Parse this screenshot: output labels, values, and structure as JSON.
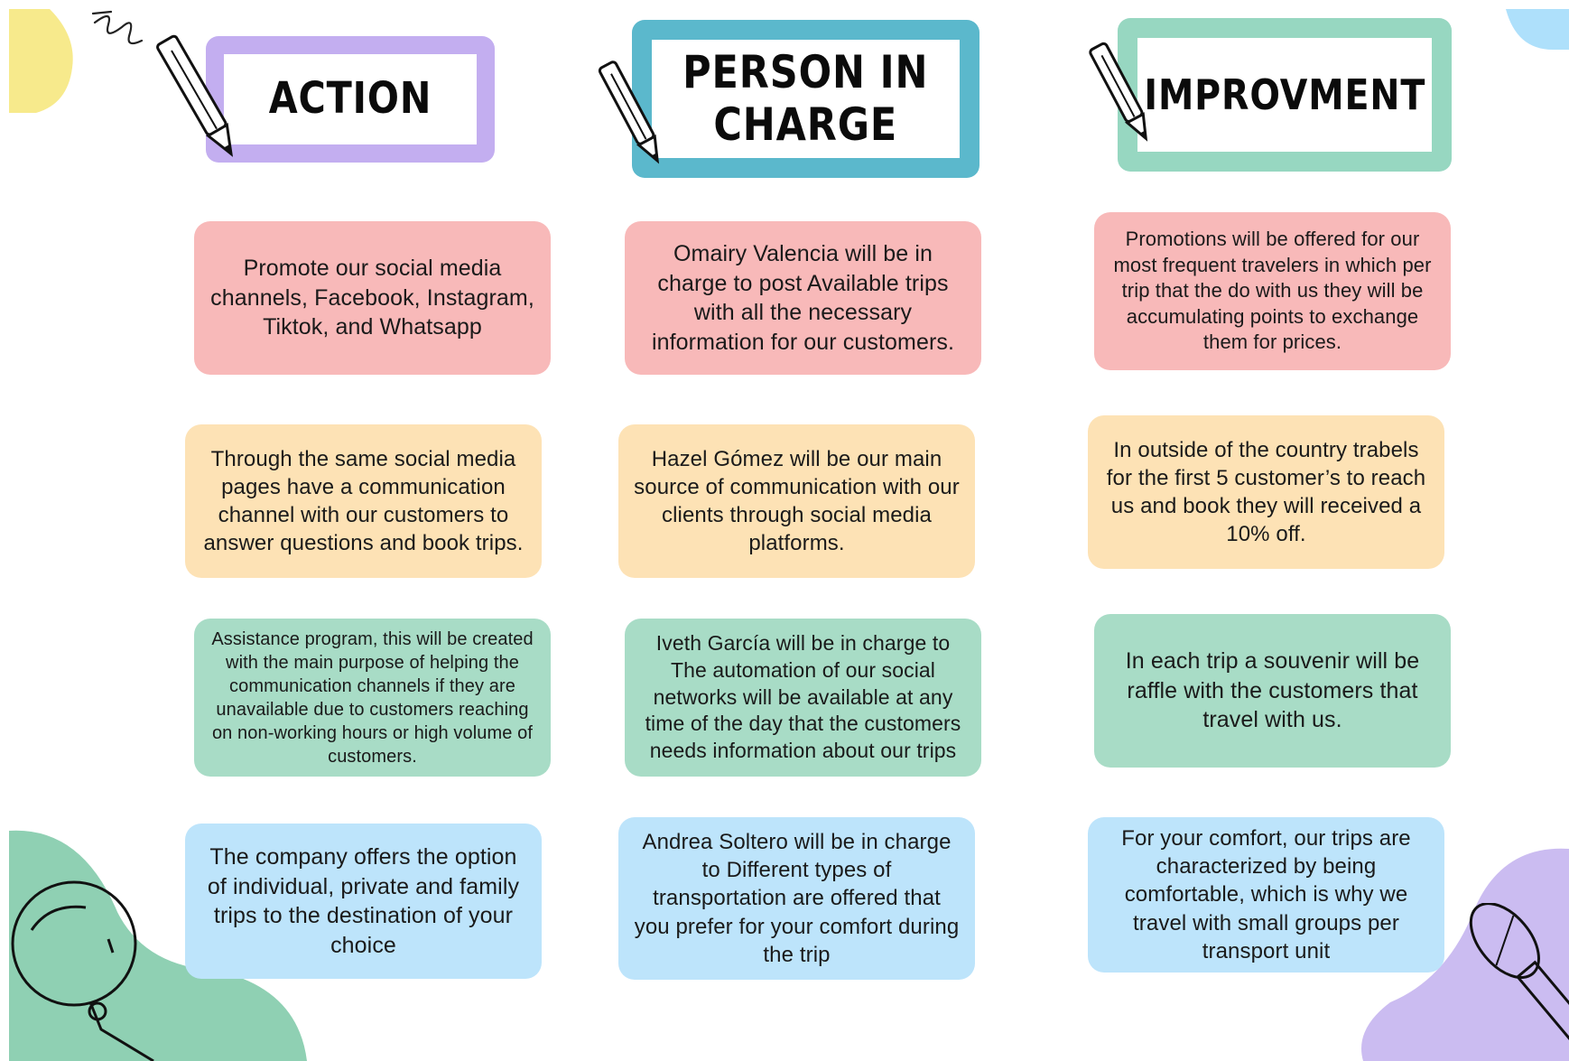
{
  "columns": [
    {
      "title": "ACTION",
      "color": "#c3aef0"
    },
    {
      "title": "PERSON IN\nCHARGE",
      "color": "#5bb8cc"
    },
    {
      "title": "IMPROVMENT",
      "color": "#97d7c1"
    }
  ],
  "rows": [
    {
      "color": "#f8b9b9",
      "cells": [
        "Promote our social media channels, Facebook, Instagram, Tiktok, and Whatsapp",
        "Omairy Valencia will be in charge to post Available trips with all the necessary information for our customers.",
        "Promotions will be offered for our most frequent travelers in which per trip that the do with us they will be accumulating points to exchange them for prices."
      ]
    },
    {
      "color": "#fde2b5",
      "cells": [
        "Through the same social media pages have a communication channel with our customers to answer questions and book trips.",
        "Hazel Gómez will be our main source of communication with our clients through social media platforms.",
        "In outside of the country trabels for the first 5 customer’s to reach us and book they will received a 10% off."
      ]
    },
    {
      "color": "#a8dcc6",
      "cells": [
        "Assistance program, this will be created with the main purpose of helping the communication channels if they are unavailable due to customers reaching on non-working hours or high volume of customers.",
        "Iveth García will be in charge to The automation of our social networks will be available at any time of the day that the customers needs information about our trips",
        "In each trip a souvenir will be raffle with the customers that travel with us."
      ]
    },
    {
      "color": "#bde4fb",
      "cells": [
        "The company offers the option of individual, private and family trips to the destination of your choice",
        "Andrea Soltero will be in charge to Different types of transportation are offered that you prefer for your comfort during the trip",
        "For your comfort, our trips are characterized by being comfortable, which is why we travel with small groups per transport unit"
      ]
    }
  ],
  "decor_colors": {
    "yellow": "#f7ea8c",
    "green": "#8fd0b3",
    "purple": "#cbbcf1",
    "blue": "#aee0fb"
  },
  "icons": [
    "pencil-icon",
    "magnifier-icon",
    "microphone-icon",
    "squiggle-icon"
  ]
}
